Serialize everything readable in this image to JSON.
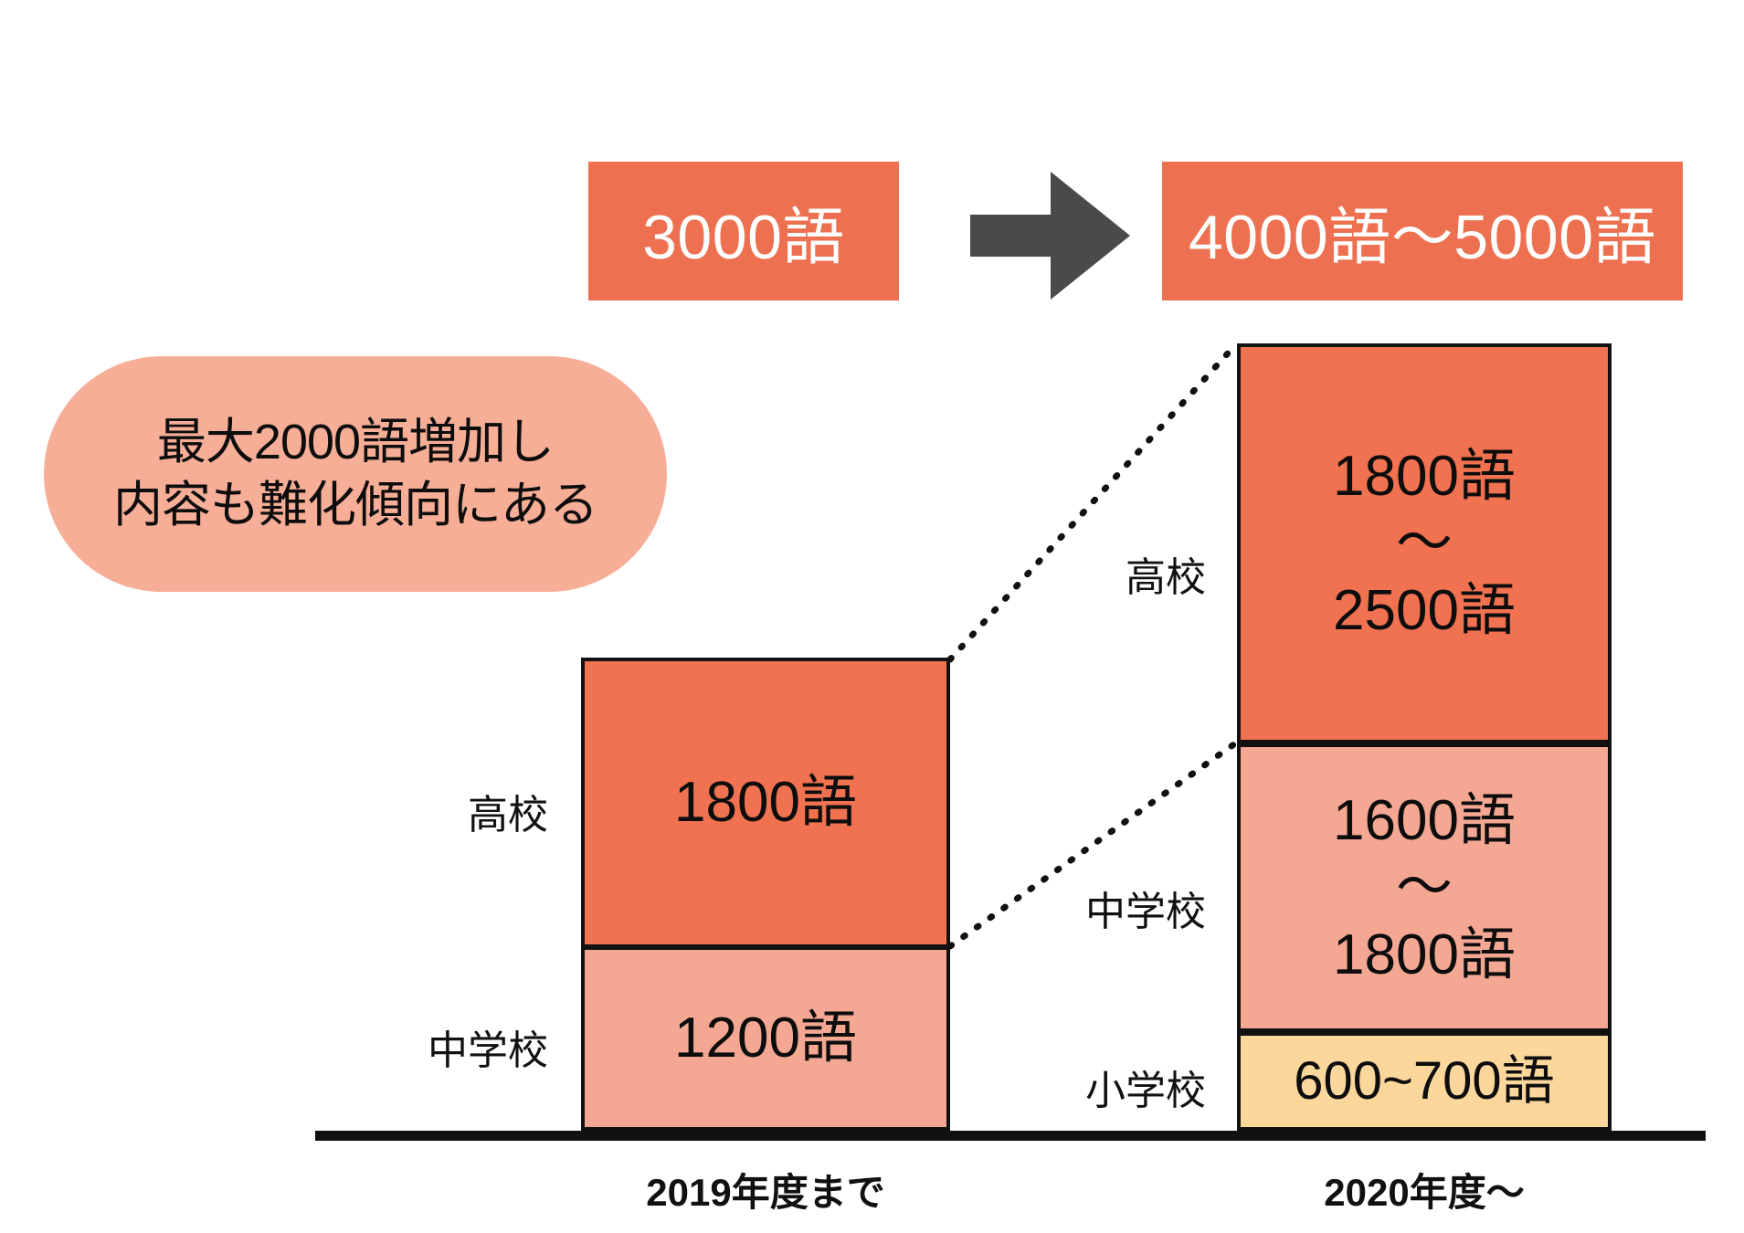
{
  "headline": {
    "before_label": "3000語",
    "arrow_icon": "right-arrow-icon",
    "after_label": "4000語〜5000語"
  },
  "callout": {
    "line1": "最大2000語増加し",
    "line2": "内容も難化傾向にある"
  },
  "chart_data": {
    "type": "bar",
    "title": "",
    "xlabel": "",
    "ylabel": "",
    "stacked": true,
    "grid": false,
    "legend": "none",
    "categories": [
      "2019年度まで",
      "2020年度〜"
    ],
    "groups": [
      {
        "category": "2019年度まで",
        "axis_label": "2019年度まで",
        "total_label": "3000語",
        "segments": [
          {
            "name": "高校",
            "row_label": "高校",
            "value_lines": [
              "1800語"
            ],
            "value_min": 1800,
            "value_max": 1800,
            "color": "#F07250"
          },
          {
            "name": "中学校",
            "row_label": "中学校",
            "value_lines": [
              "1200語"
            ],
            "value_min": 1200,
            "value_max": 1200,
            "color": "#F4A893"
          }
        ]
      },
      {
        "category": "2020年度〜",
        "axis_label": "2020年度〜",
        "total_label": "4000語〜5000語",
        "segments": [
          {
            "name": "高校",
            "row_label": "高校",
            "value_lines": [
              "1800語",
              "〜",
              "2500語"
            ],
            "value_min": 1800,
            "value_max": 2500,
            "color": "#F07250"
          },
          {
            "name": "中学校",
            "row_label": "中学校",
            "value_lines": [
              "1600語",
              "〜",
              "1800語"
            ],
            "value_min": 1600,
            "value_max": 1800,
            "color": "#F4A893"
          },
          {
            "name": "小学校",
            "row_label": "小学校",
            "value_lines": [
              "600~700語"
            ],
            "value_min": 600,
            "value_max": 700,
            "color": "#FBD79C"
          }
        ]
      }
    ],
    "annotations": [
      "最大2000語増加し",
      "内容も難化傾向にある"
    ]
  },
  "colors": {
    "accent_orange": "#F07250",
    "banner_orange": "#ED7050",
    "salmon": "#F4A893",
    "callout_pink": "#F7AE97",
    "yellow": "#FBD79C",
    "arrow_gray": "#4A4A4A",
    "outline": "#111111",
    "banner_text": "#FFFFFF"
  }
}
